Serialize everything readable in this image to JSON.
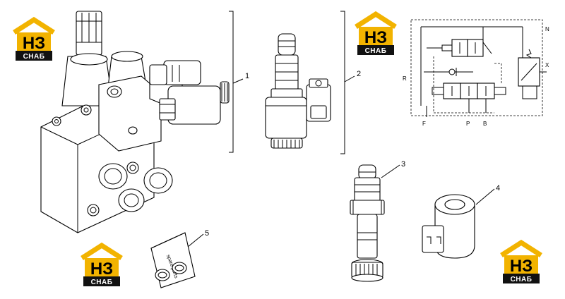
{
  "callouts": [
    "1",
    "2",
    "3",
    "4",
    "5"
  ],
  "ports": {
    "n": "N",
    "x": "X",
    "r": "R",
    "f": "F",
    "p": "P",
    "b": "B"
  },
  "logo": {
    "top_letters": "НЗ",
    "bottom_text": "СНАБ",
    "accent_color": "#f2b300"
  },
  "kit_label": "spare parts"
}
